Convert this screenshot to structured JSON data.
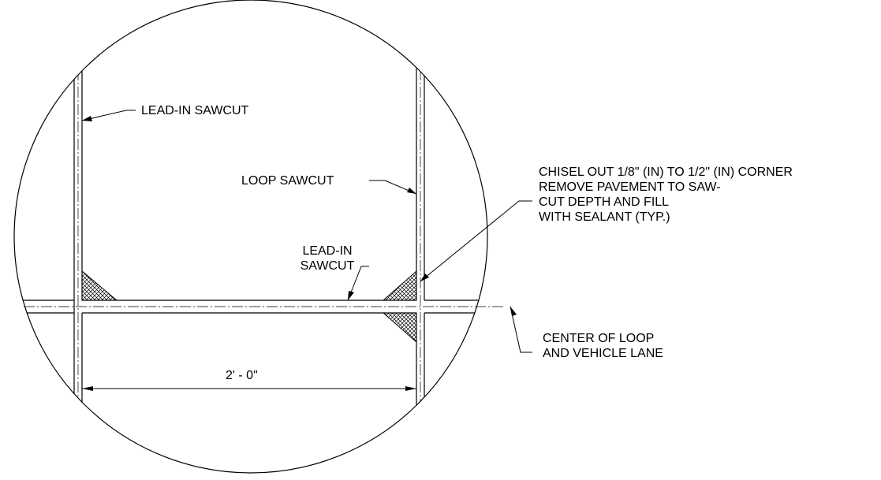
{
  "labels": {
    "lead_in_sawcut_top": "LEAD-IN SAWCUT",
    "loop_sawcut": "LOOP SAWCUT",
    "chisel_note": [
      "CHISEL OUT 1/8\" (IN) TO 1/2\" (IN) CORNER",
      "REMOVE PAVEMENT TO SAW-",
      "CUT DEPTH AND FILL",
      "WITH SEALANT (TYP.)"
    ],
    "lead_in_sawcut_middle": [
      "LEAD-IN",
      "SAWCUT"
    ],
    "center_note": [
      "CENTER OF LOOP",
      "AND VEHICLE LANE"
    ],
    "dimension": "2' - 0\""
  }
}
